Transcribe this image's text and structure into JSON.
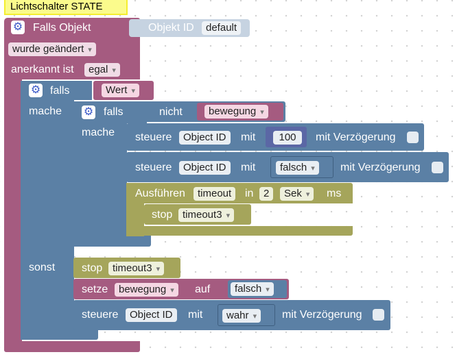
{
  "comment": "Lichtschalter STATE",
  "trigger": {
    "title": "Falls Objekt",
    "object_id_label": "Objekt ID",
    "object_id_value": "default",
    "change_mode": "wurde geändert",
    "acked_label": "anerkannt ist",
    "acked_value": "egal"
  },
  "outer_if": {
    "if_label": "falls",
    "condition_var": "Wert",
    "do_label": "mache",
    "else_label": "sonst"
  },
  "inner_if": {
    "if_label": "falls",
    "not_label": "nicht",
    "var": "bewegung",
    "do_label": "mache"
  },
  "control1": {
    "label": "steuere",
    "object_id": "Object ID",
    "with_label": "mit",
    "value": "100",
    "delay_label": "mit Verzögerung"
  },
  "control2": {
    "label": "steuere",
    "object_id": "Object ID",
    "with_label": "mit",
    "value": "falsch",
    "delay_label": "mit Verzögerung"
  },
  "timeout": {
    "label": "Ausführen",
    "name": "timeout",
    "in_label": "in",
    "value": "2",
    "unit": "Sek",
    "ms_label": "ms"
  },
  "stop_inner": {
    "label": "stop",
    "name": "timeout3"
  },
  "stop_else": {
    "label": "stop",
    "name": "timeout3"
  },
  "set_var": {
    "label": "setze",
    "var": "bewegung",
    "to_label": "auf",
    "value": "falsch"
  },
  "control3": {
    "label": "steuere",
    "object_id": "Object ID",
    "with_label": "mit",
    "value": "wahr",
    "delay_label": "mit Verzögerung"
  },
  "colors": {
    "trigger": "#a55b80",
    "control": "#5b80a5",
    "timer": "#a5a55b",
    "variable": "#a55b80"
  }
}
